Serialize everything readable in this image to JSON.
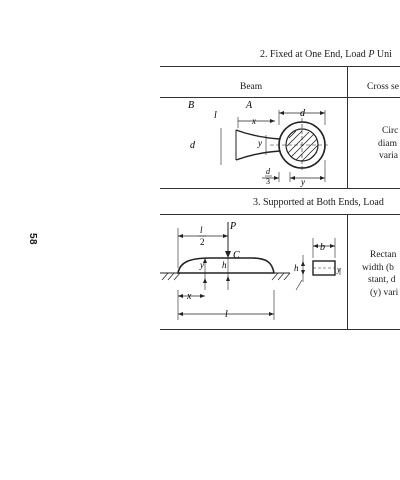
{
  "page": {
    "number": "58"
  },
  "section2": {
    "title_prefix": "2. Fixed at One End, Load ",
    "title_var": "P",
    "title_suffix": " Uni",
    "header_beam": "Beam",
    "header_cross": "Cross se",
    "figure_labels": {
      "B": "B",
      "A": "A",
      "l": "l",
      "x": "x",
      "d": "d",
      "y": "y",
      "d_left": "d",
      "d3_num": "d",
      "d3_den": "3"
    },
    "desc_lines": [
      "Circ",
      "diam",
      "varia"
    ]
  },
  "section3": {
    "title": "3. Supported at Both Ends, Load",
    "figure_labels": {
      "l2_num": "l",
      "l2_den": "2",
      "P": "P",
      "C": "C",
      "y": "y",
      "h": "h",
      "x": "x",
      "l": "l",
      "b": "b",
      "h2": "h",
      "y2": "y"
    },
    "desc_lines": [
      "Rectan",
      "width (b",
      "stant, d",
      "(y) vari"
    ]
  }
}
